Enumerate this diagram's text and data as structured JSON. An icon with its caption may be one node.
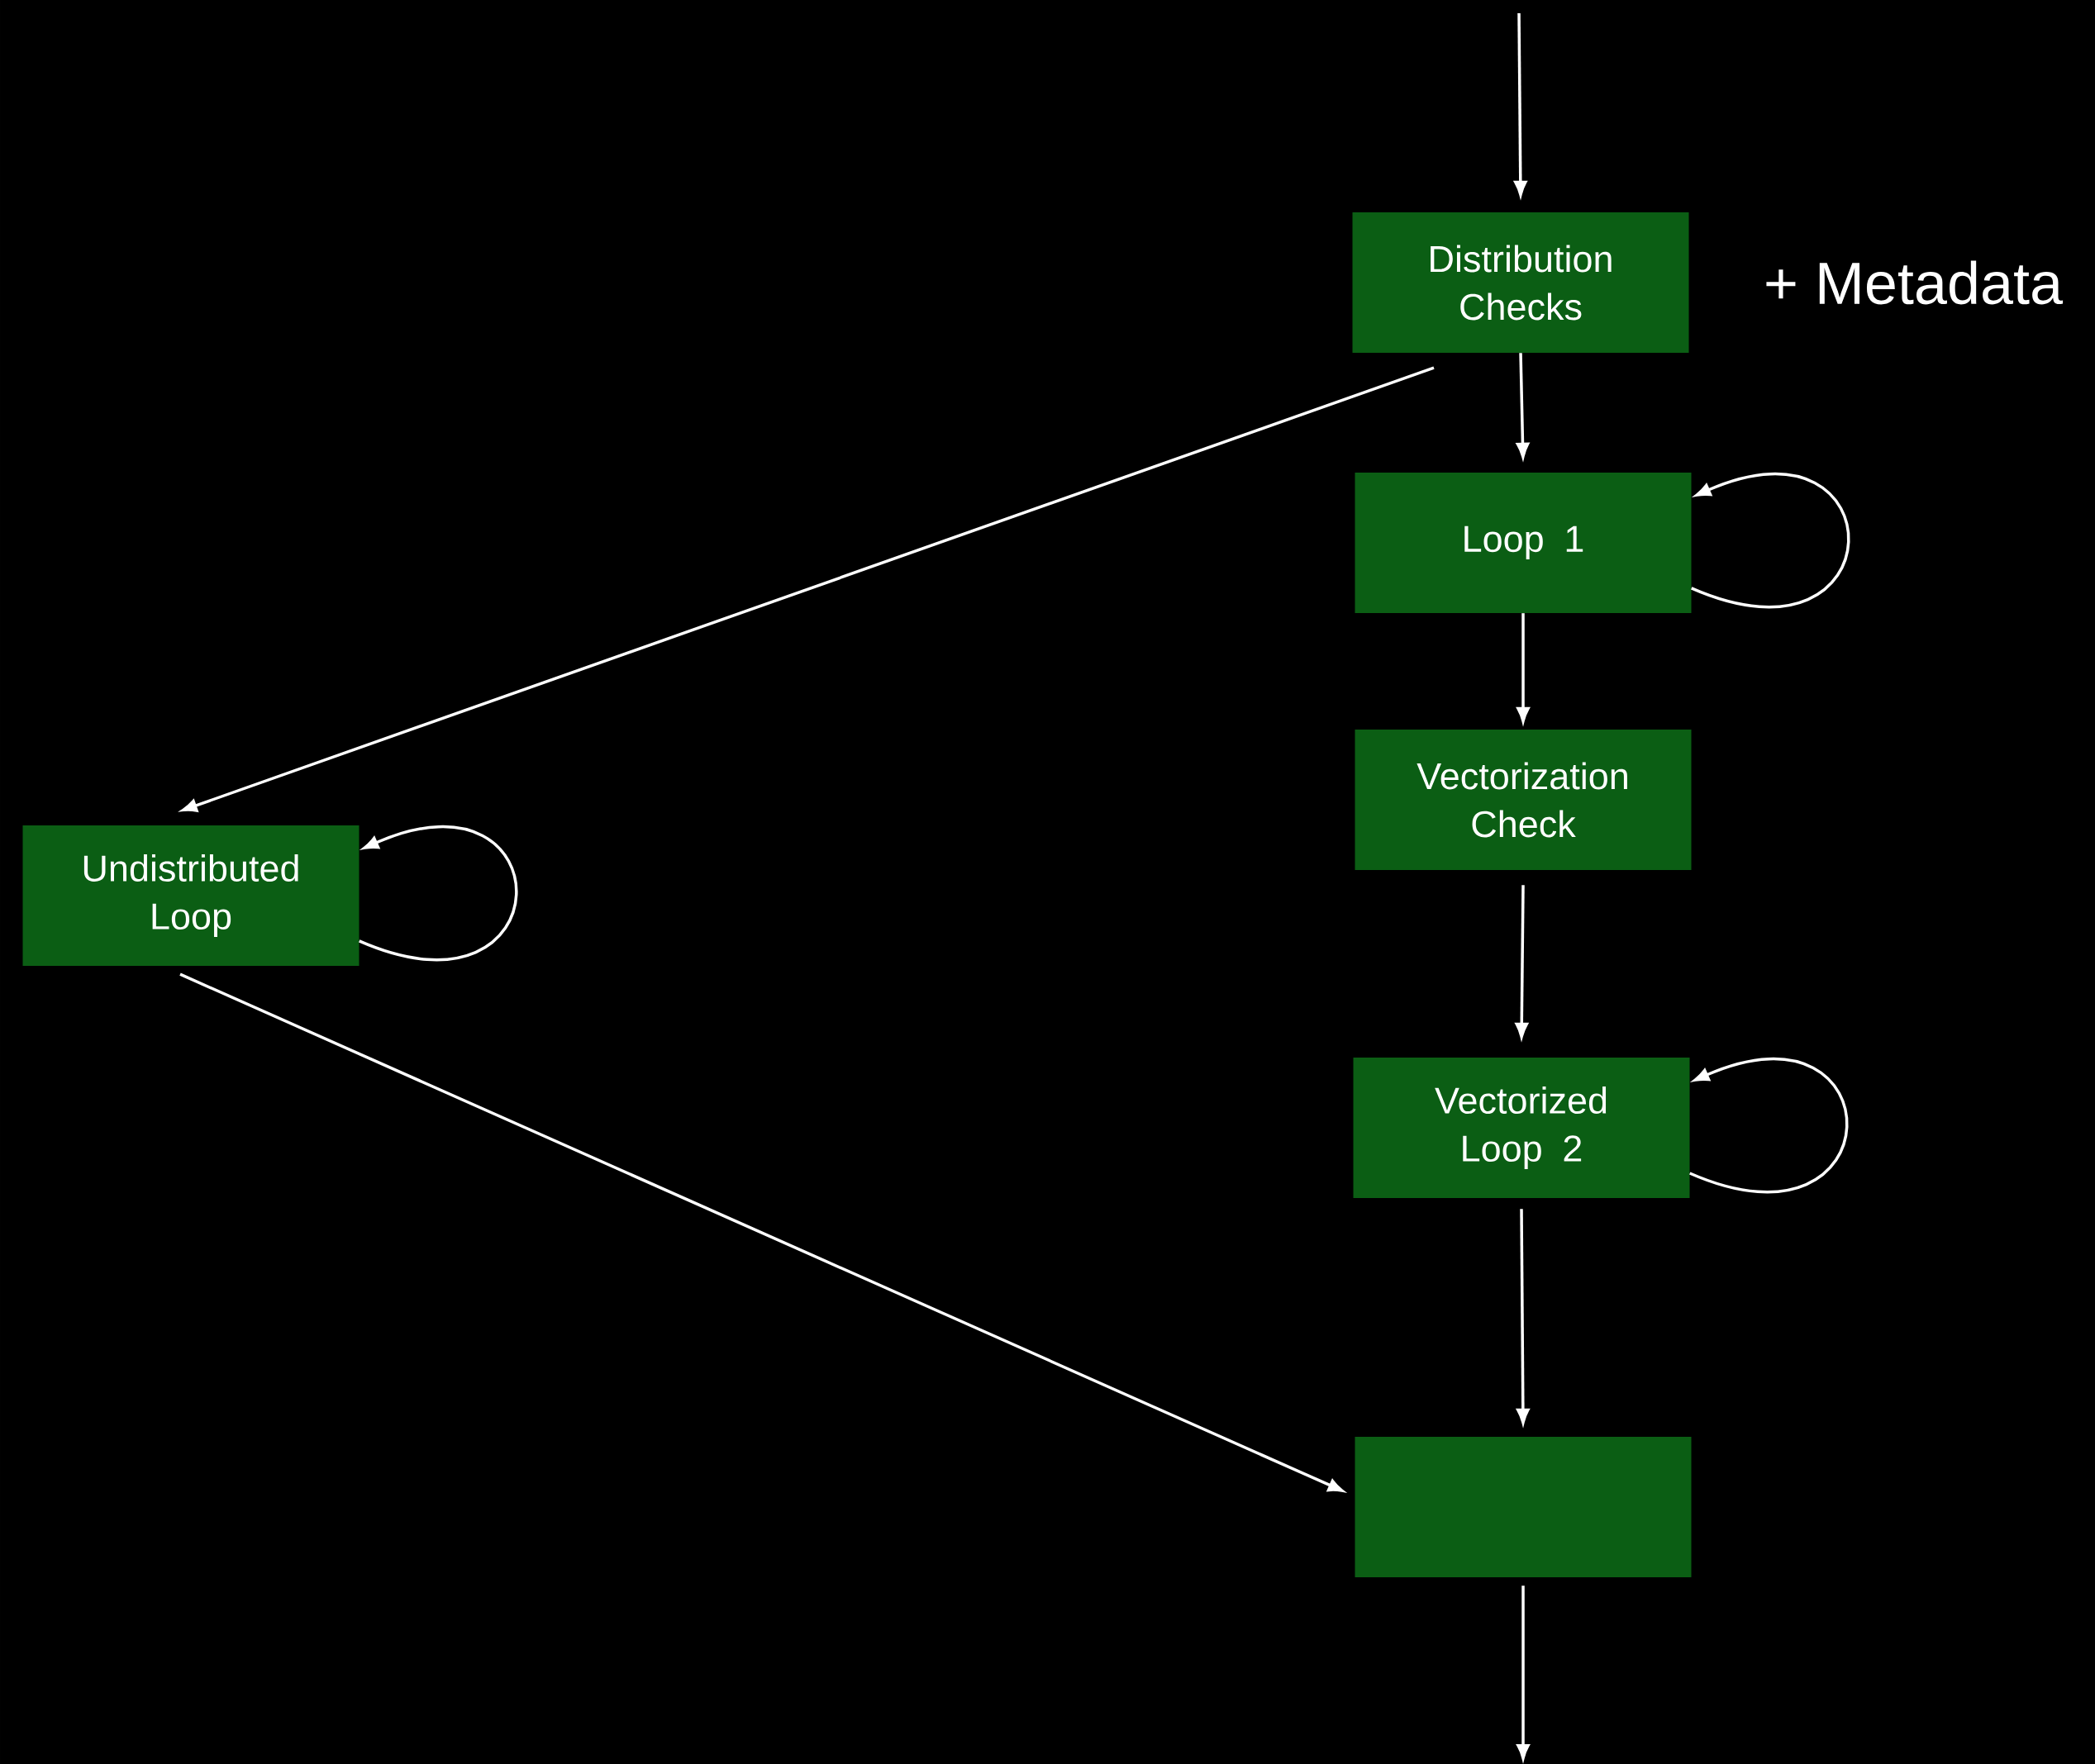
{
  "diagram": {
    "nodes": [
      {
        "text": [
          "Distribution Checks"
        ],
        "beside": [
          "+ Metadata"
        ]
      },
      {
        "text": [
          "Loop 1"
        ]
      },
      {
        "text": [
          "Vectorization Check"
        ]
      },
      {
        "text": [
          "Vectorized Loop 2"
        ]
      },
      {
        "text": [],
        "shape": "box"
      },
      {
        "text": [
          "Undistributed Loop"
        ]
      }
    ],
    "edges": [
      {
        "from": null,
        "to": 0,
        "arrow": "to"
      },
      {
        "from": 0,
        "to": 1,
        "arrow": "to"
      },
      {
        "from": 0,
        "to": 5,
        "arrow": "to"
      },
      {
        "from": 1,
        "to": 1,
        "arrow": "to"
      },
      {
        "from": 1,
        "to": 2,
        "arrow": "to"
      },
      {
        "from": 2,
        "to": 3,
        "arrow": "to"
      },
      {
        "from": 3,
        "to": 3,
        "arrow": "to"
      },
      {
        "from": 5,
        "to": 5,
        "arrow": "to"
      },
      {
        "from": 5,
        "to": 4,
        "arrow": "to"
      },
      {
        "from": 3,
        "to": 4,
        "arrow": "to"
      },
      {
        "from": 4,
        "to": null,
        "arrow": "to"
      }
    ]
  }
}
